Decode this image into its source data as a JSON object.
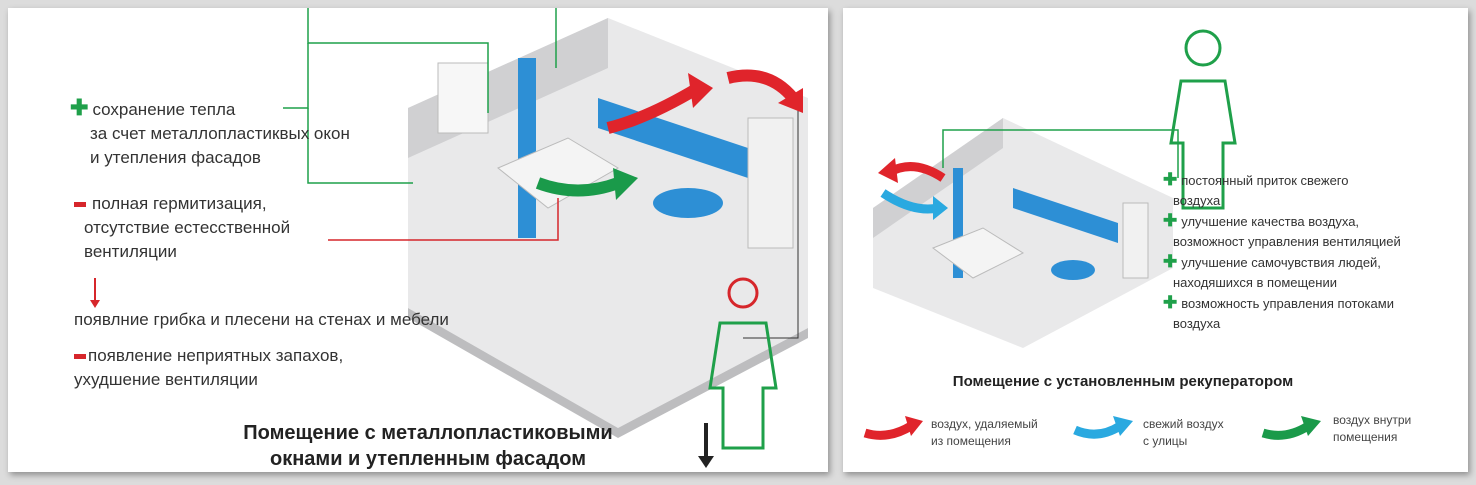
{
  "left_panel": {
    "items": [
      {
        "type": "plus",
        "lines": [
          "сохранение тепла",
          "за счет металлопластиквых окон",
          "и утепления фасадов"
        ]
      },
      {
        "type": "minus",
        "lines": [
          "полная гермитизация,",
          "отсутствие естесственной",
          "вентиляции"
        ]
      },
      {
        "type": "arrow-down",
        "lines": [
          "появлние грибка и плесени на стенах и мебели"
        ]
      },
      {
        "type": "minus",
        "lines": [
          "появление неприятных запахов,",
          "ухудшение вентиляции"
        ]
      }
    ],
    "title_lines": [
      "Помещение с металлопластиковыми",
      "окнами и утепленным фасадом"
    ]
  },
  "right_panel": {
    "items": [
      {
        "lines": [
          "постоянный приток свежего",
          "воздуха"
        ]
      },
      {
        "lines": [
          "улучшение качества воздуха,",
          "возможност  управления вентиляцией"
        ]
      },
      {
        "lines": [
          "улучшение самочувствия людей,",
          "находяшихся в помещении"
        ]
      },
      {
        "lines": [
          "возможность управления потоками",
          "воздуха"
        ]
      }
    ],
    "title": "Помещение с установленным рекуператором",
    "legend": [
      {
        "color": "#e0242b",
        "lines": [
          "воздух, удаляемый",
          "из помещения"
        ]
      },
      {
        "color": "#2aa9e0",
        "lines": [
          "свежий воздух",
          "с улицы"
        ]
      },
      {
        "color": "#1a9a4a",
        "lines": [
          "воздух внутри",
          "помещения"
        ]
      }
    ]
  }
}
